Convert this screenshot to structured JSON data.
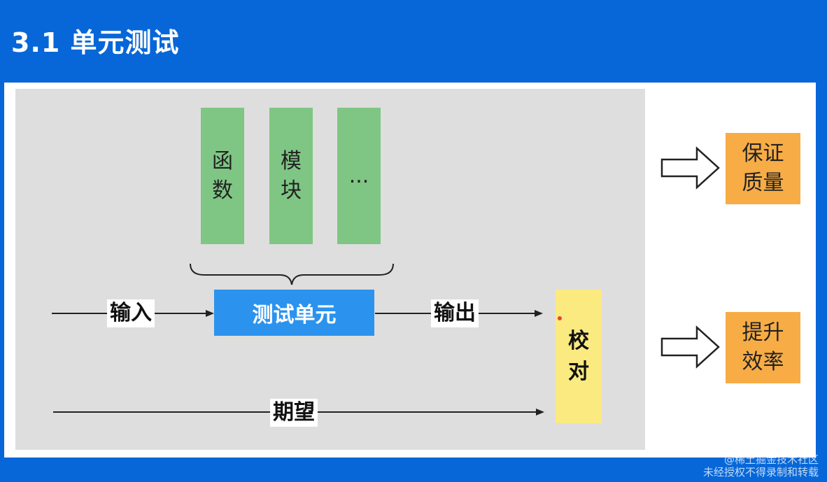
{
  "title": "3.1 单元测试",
  "diagram": {
    "green_boxes": [
      {
        "label": "函\n数"
      },
      {
        "label": "模\n块"
      },
      {
        "label": "..."
      }
    ],
    "center_box": "测试单元",
    "input_label": "输入",
    "output_label": "输出",
    "expect_label": "期望",
    "check_box": "校\n对",
    "results": [
      {
        "label": "保证\n质量"
      },
      {
        "label": "提升\n效率"
      }
    ]
  },
  "watermark": {
    "line1": "@稀土掘金技术社区",
    "line2": "未经授权不得录制和转载"
  },
  "colors": {
    "background": "#0767d8",
    "gray_area": "#dedede",
    "green": "#7fc684",
    "blue": "#2b93ee",
    "yellow": "#fbea80",
    "orange": "#f7ac45"
  }
}
